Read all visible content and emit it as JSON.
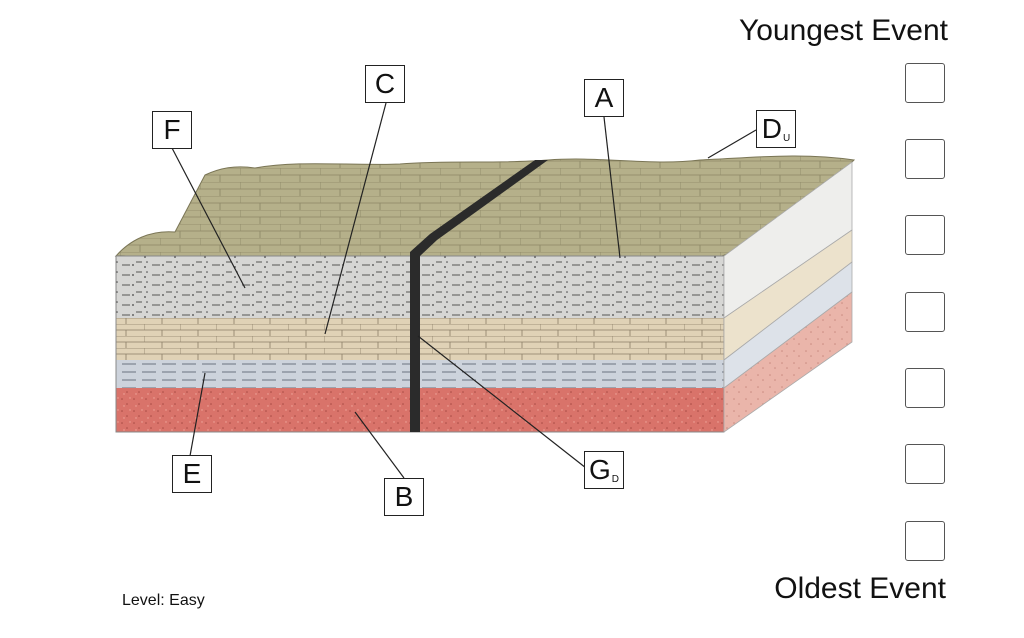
{
  "headings": {
    "youngest": "Youngest Event",
    "oldest": "Oldest Event"
  },
  "level_text": "Level: Easy",
  "labels": [
    {
      "id": "A",
      "letter": "A",
      "sub": ""
    },
    {
      "id": "B",
      "letter": "B",
      "sub": ""
    },
    {
      "id": "C",
      "letter": "C",
      "sub": ""
    },
    {
      "id": "D",
      "letter": "D",
      "sub": "U"
    },
    {
      "id": "E",
      "letter": "E",
      "sub": ""
    },
    {
      "id": "F",
      "letter": "F",
      "sub": ""
    },
    {
      "id": "G",
      "letter": "G",
      "sub": "D"
    }
  ],
  "answer_slots": 7,
  "layer_colors": {
    "top_surface": "#b5b08a",
    "layer_A": "#d6d6d4",
    "layer_C": "#e0d2b6",
    "layer_E": "#cdd3dc",
    "layer_B": "#d9736a",
    "dike_G": "#2b2b2b",
    "side_A": "#eeeeec",
    "side_C": "#ece2cc",
    "side_E": "#dde2e9",
    "side_B": "#eab5aa"
  }
}
